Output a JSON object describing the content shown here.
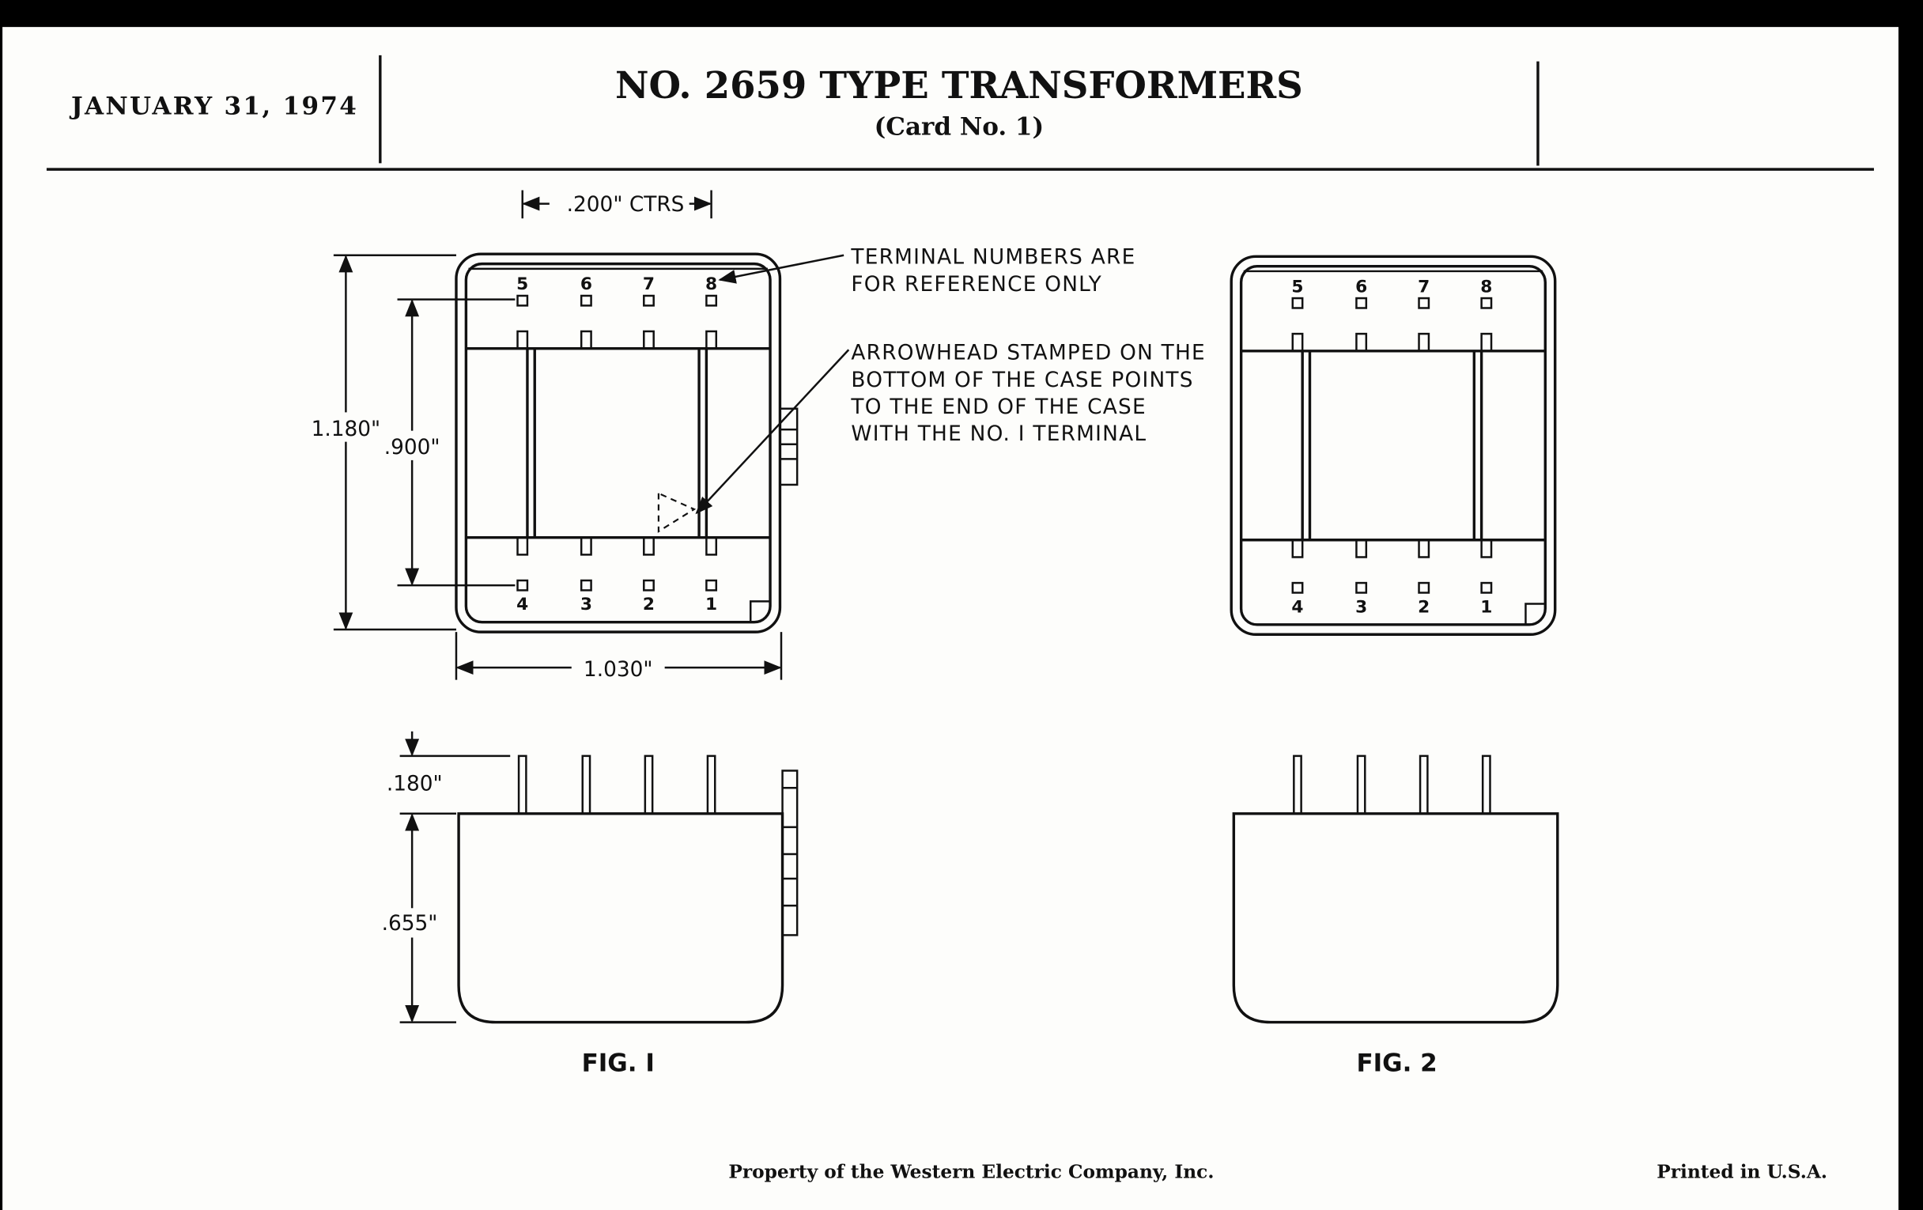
{
  "header": {
    "date": "JANUARY 31, 1974",
    "title": "NO. 2659 TYPE TRANSFORMERS",
    "subtitle": "(Card No. 1)"
  },
  "drawing": {
    "dim_centers": ".200\" CTRS",
    "dim_height_total": "1.180\"",
    "dim_terminal_span": ".900\"",
    "dim_width": "1.030\"",
    "dim_pin_height": ".180\"",
    "dim_body_height": ".655\"",
    "terminals_top": [
      "5",
      "6",
      "7",
      "8"
    ],
    "terminals_bottom": [
      "4",
      "3",
      "2",
      "1"
    ],
    "note_1": [
      "TERMINAL NUMBERS ARE",
      "FOR REFERENCE ONLY"
    ],
    "note_2": [
      "ARROWHEAD STAMPED ON THE",
      "BOTTOM OF THE CASE POINTS",
      "TO THE END OF THE CASE",
      "WITH THE NO. I TERMINAL"
    ],
    "fig1_label": "FIG. I",
    "fig2_label": "FIG. 2"
  },
  "footer": {
    "property": "Property of the Western Electric Company, Inc.",
    "printed": "Printed in U.S.A."
  }
}
